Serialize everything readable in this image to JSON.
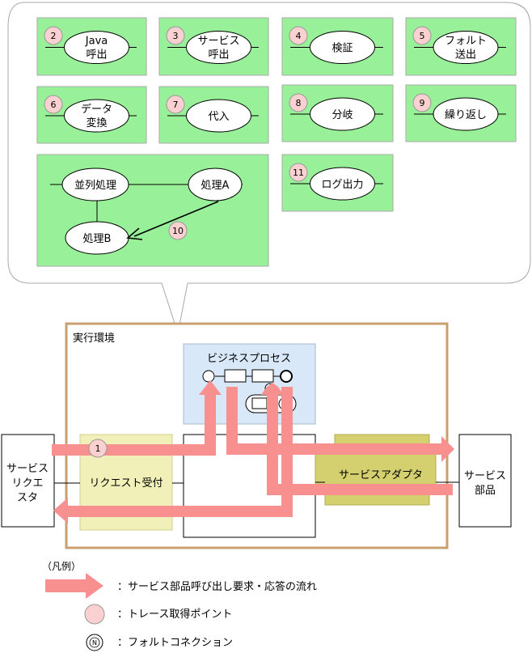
{
  "panels": [
    {
      "num": "2",
      "line1": "Java",
      "line2": "呼出"
    },
    {
      "num": "3",
      "line1": "サービス",
      "line2": "呼出"
    },
    {
      "num": "4",
      "line1": "検証",
      "line2": ""
    },
    {
      "num": "5",
      "line1": "フォルト",
      "line2": "送出"
    },
    {
      "num": "6",
      "line1": "データ",
      "line2": "変換"
    },
    {
      "num": "7",
      "line1": "代入",
      "line2": ""
    },
    {
      "num": "8",
      "line1": "分岐",
      "line2": ""
    },
    {
      "num": "9",
      "line1": "繰り返し",
      "line2": ""
    },
    {
      "num": "11",
      "line1": "ログ出力",
      "line2": ""
    }
  ],
  "parallel": {
    "parallel_label": "並列処理",
    "processA_label": "処理A",
    "processB_label": "処理B",
    "num": "10"
  },
  "runtime": {
    "title": "実行環境",
    "business_process": "ビジネスプロセス",
    "request_receiver": "リクエスト受付",
    "service_adapter": "サービスアダプタ",
    "trace_point_num": "1"
  },
  "requester": {
    "line1": "サービス",
    "line2": "リクエ",
    "line3": "スタ"
  },
  "service_part": {
    "line1": "サービス",
    "line2": "部品"
  },
  "legend": {
    "title": "（凡例）",
    "flow": "：サービス部品呼び出し要求・応答の流れ",
    "trace": "：トレース取得ポイント",
    "fault": "：フォルトコネクション",
    "fault_symbol": "N"
  },
  "colors": {
    "panel_green": "#98f098",
    "arrow_pink": "#f89090",
    "circle_pink": "#fad0d0",
    "business_blue": "#d8e8f8",
    "receiver_yellow": "#f0f0b8",
    "adapter_olive": "#d4d070",
    "runtime_border": "#c8a070"
  }
}
